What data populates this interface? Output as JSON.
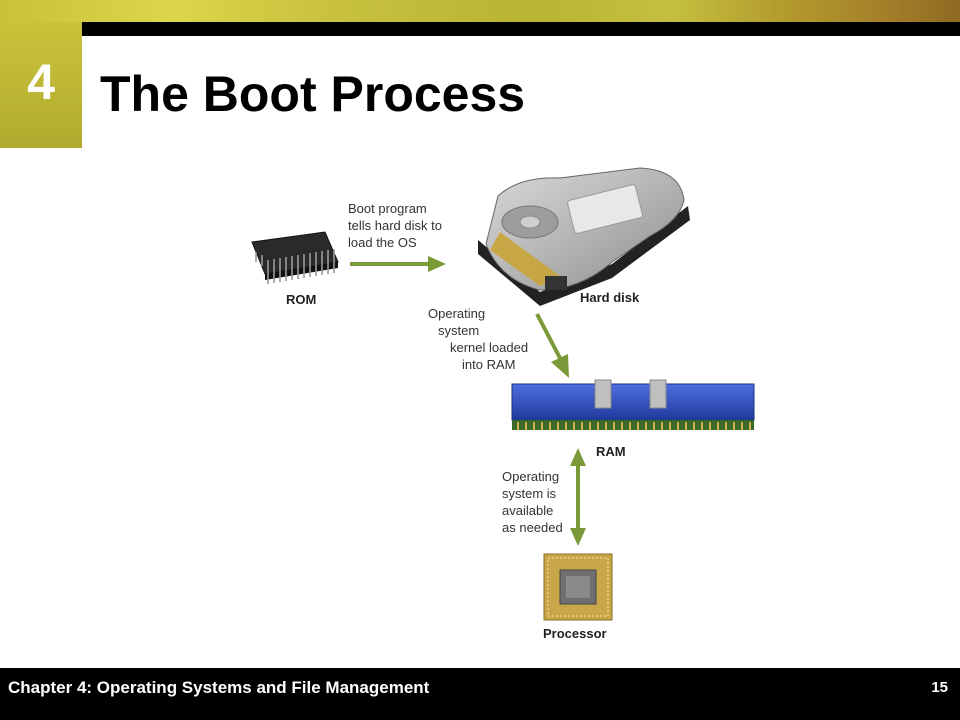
{
  "slide": {
    "chapter_number": "4",
    "title": "The Boot Process",
    "footer": "Chapter 4: Operating Systems and File Management",
    "page_number": "15"
  },
  "diagram": {
    "components": {
      "rom": "ROM",
      "hard_disk": "Hard disk",
      "ram": "RAM",
      "processor": "Processor"
    },
    "steps": {
      "step1": [
        "Boot program",
        "tells hard disk to",
        "load the OS"
      ],
      "step2": [
        "Operating",
        "system",
        "kernel loaded",
        "into RAM"
      ],
      "step3": [
        "Operating",
        "system is",
        "available",
        "as needed"
      ]
    },
    "colors": {
      "arrow": "#7a9a3a",
      "ram_blue": "#2f4fb8",
      "chip_dark": "#2a2a2a",
      "accent": "#c4bf40"
    }
  }
}
